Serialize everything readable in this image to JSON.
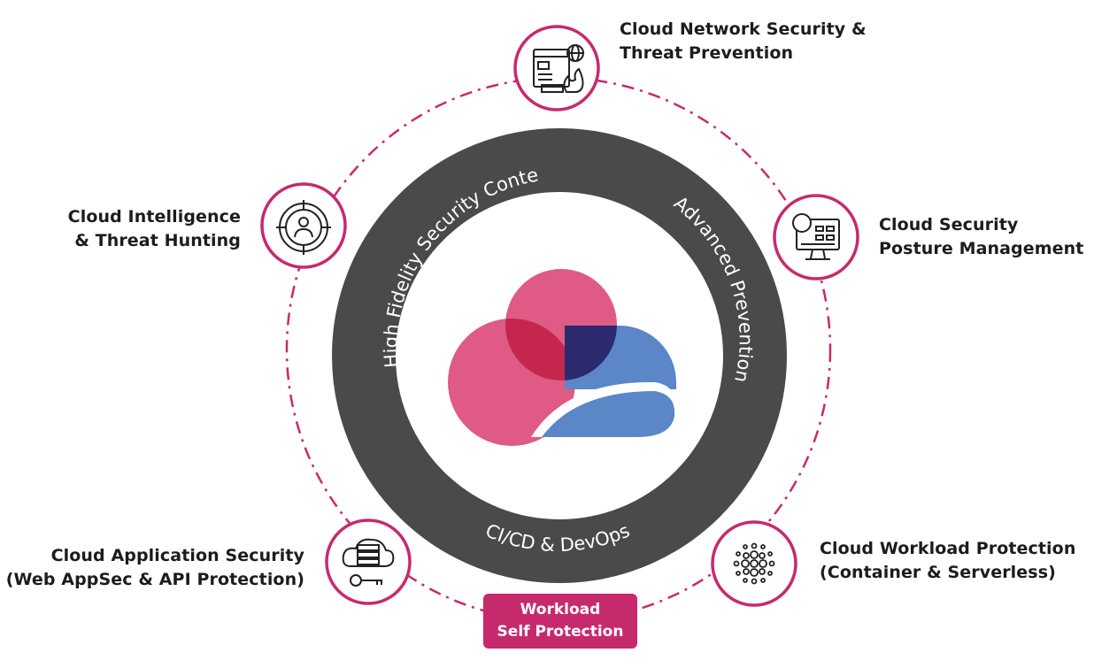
{
  "ring": {
    "left_text": "High Fidelity Security Context",
    "right_text": "Advanced Prevention",
    "bottom_text": "CI/CD & DevOps"
  },
  "nodes": [
    {
      "id": "network",
      "line1": "Cloud Network Security &",
      "line2": "Threat Prevention",
      "icon": "firewall-browser-icon"
    },
    {
      "id": "posture",
      "line1": "Cloud Security",
      "line2": "Posture Management",
      "icon": "monitor-dashboard-icon"
    },
    {
      "id": "workload",
      "line1": "Cloud Workload Protection",
      "line2": "(Container & Serverless)",
      "icon": "dot-cluster-icon"
    },
    {
      "id": "application",
      "line1": "Cloud Application Security",
      "line2": "(Web AppSec & API Protection)",
      "icon": "cloud-server-key-icon"
    },
    {
      "id": "intelligence",
      "line1": "Cloud Intelligence",
      "line2": "& Threat Hunting",
      "icon": "target-person-icon"
    }
  ],
  "badge": {
    "line1": "Workload",
    "line2": "Self Protection"
  },
  "colors": {
    "accent": "#c72a6c",
    "ring": "#4a4a4c",
    "pink": "#df5a84",
    "blue": "#5b86c8",
    "overlap_dark": "#2b2a6e",
    "overlap_red": "#c5264d"
  }
}
